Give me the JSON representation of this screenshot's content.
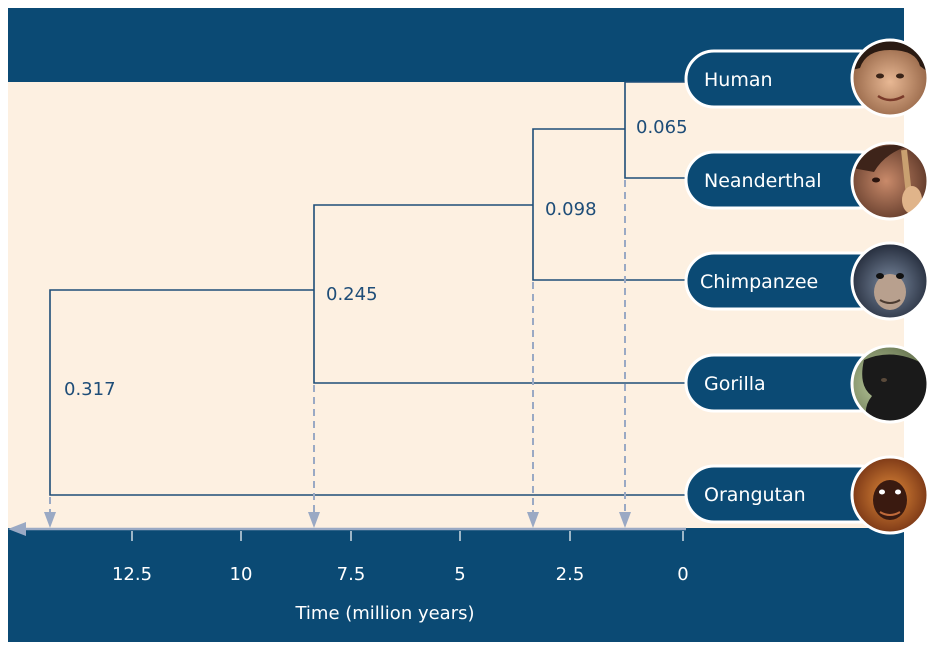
{
  "colors": {
    "navy": "#0b4a74",
    "panel": "#fdf0e1",
    "branch": "#1e4d78",
    "dashed": "#9aa9c4",
    "white": "#ffffff"
  },
  "taxa": [
    {
      "label": "Human",
      "icon": "human-face-photo"
    },
    {
      "label": "Neanderthal",
      "icon": "neanderthal-face-photo"
    },
    {
      "label": "Chimpanzee",
      "icon": "chimpanzee-face-photo"
    },
    {
      "label": "Gorilla",
      "icon": "gorilla-face-photo"
    },
    {
      "label": "Orangutan",
      "icon": "orangutan-face-photo"
    }
  ],
  "nodes": [
    {
      "label": "0.065",
      "time": 1.3,
      "children": [
        "Human",
        "Neanderthal"
      ]
    },
    {
      "label": "0.098",
      "time": 3.35,
      "children": [
        "node-0.065",
        "Chimpanzee"
      ]
    },
    {
      "label": "0.245",
      "time": 8.4,
      "children": [
        "node-0.098",
        "Gorilla"
      ]
    },
    {
      "label": "0.317",
      "time": 14.4,
      "children": [
        "node-0.245",
        "Orangutan"
      ]
    }
  ],
  "axis": {
    "title": "Time (million years)",
    "ticks": [
      "12.5",
      "10",
      "7.5",
      "5",
      "2.5",
      "0"
    ],
    "tick_values": [
      12.5,
      10,
      7.5,
      5,
      2.5,
      0
    ],
    "direction": "reversed"
  }
}
